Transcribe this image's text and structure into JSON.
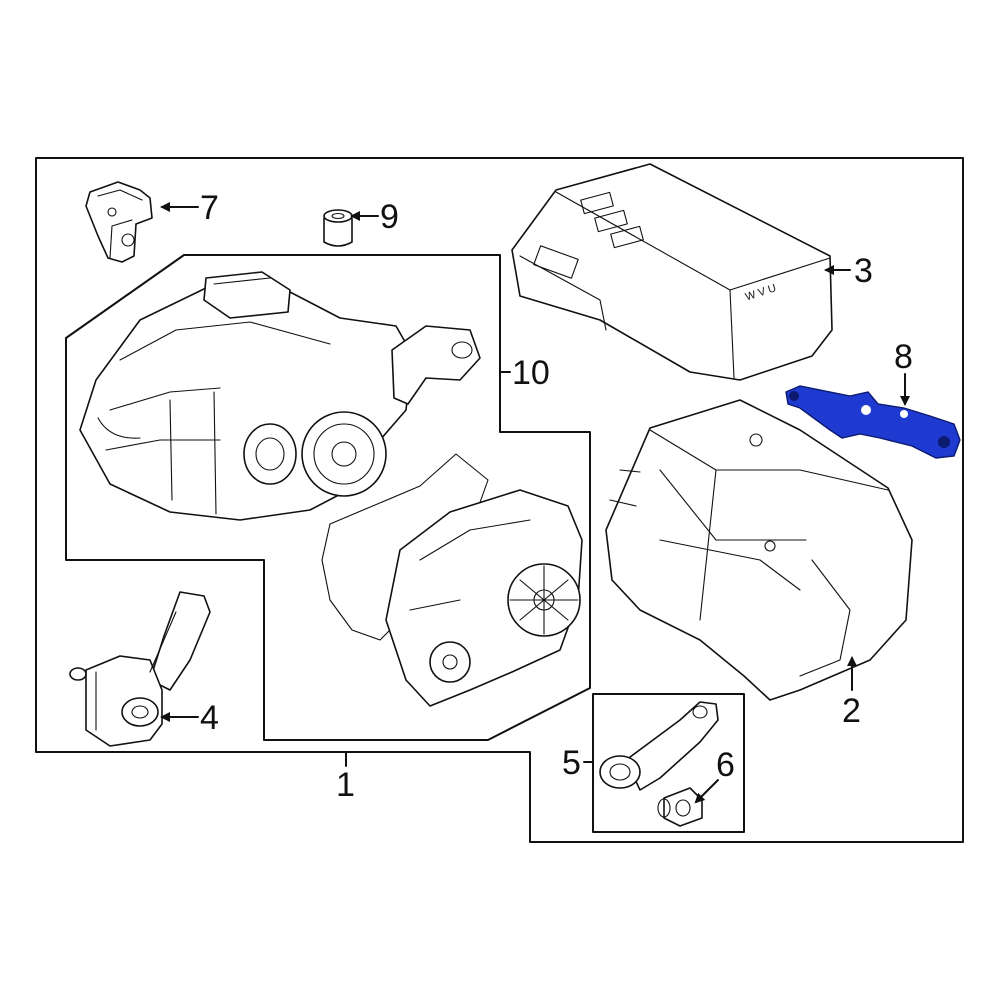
{
  "colors": {
    "line": "#111111",
    "background": "#ffffff",
    "highlight_part": "#1f3ad0"
  },
  "callouts": {
    "c1": "1",
    "c2": "2",
    "c3": "3",
    "c4": "4",
    "c5": "5",
    "c6": "6",
    "c7": "7",
    "c8": "8",
    "c9": "9",
    "c10": "10"
  },
  "inverter_marking": "W V U",
  "highlighted_callout": "8"
}
